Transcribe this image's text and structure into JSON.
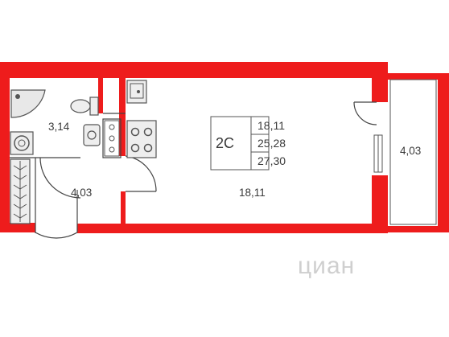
{
  "apartment": {
    "type_code": "2С",
    "areas_box": [
      "18,11",
      "25,28",
      "27,30"
    ]
  },
  "rooms": {
    "bathroom": "3,14",
    "hallway": "4,03",
    "main_room": "18,11",
    "balcony": "4,03"
  },
  "watermark": "циан",
  "colors": {
    "wall": "#ee1c1c",
    "fixture": "#555555",
    "text": "#3a3a3a"
  }
}
